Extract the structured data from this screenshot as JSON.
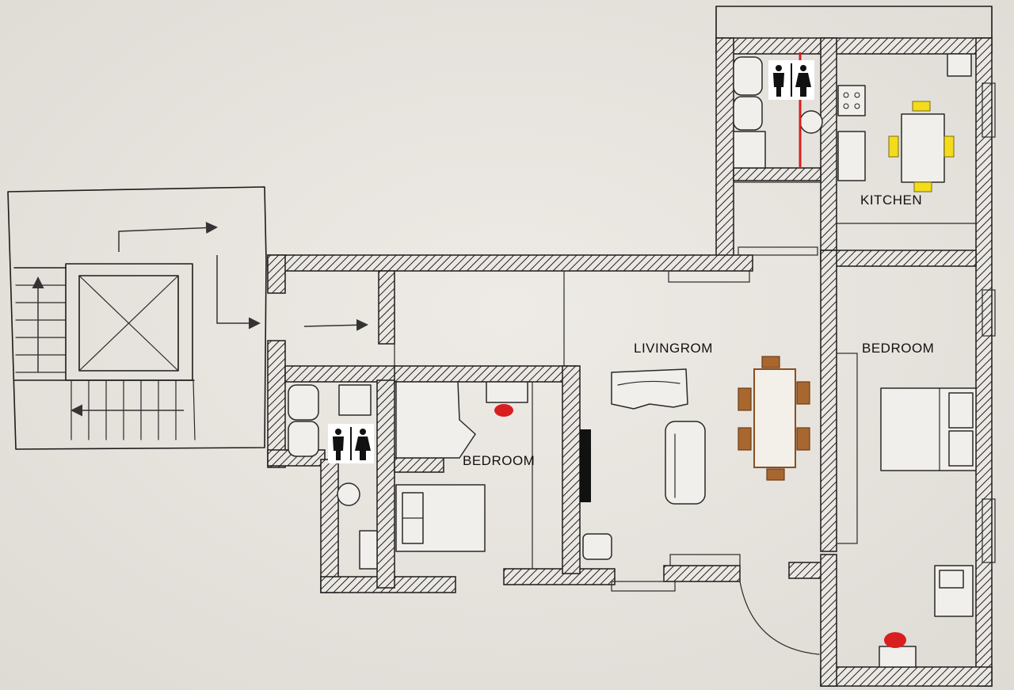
{
  "rooms": {
    "livingroom": "LIVINGROM",
    "bedroom_left": "BEDROOM",
    "bedroom_right": "BEDROOM",
    "kitchen": "KITCHEN"
  },
  "icons": {
    "restroom_sign": "restroom-icon",
    "stair_arrow": "arrow-icon"
  },
  "colors": {
    "paper": "#e9e6e1",
    "ink": "#1c1c1c",
    "dining_furniture": "#9a5a2a",
    "kitchen_chairs": "#f2dc1c",
    "red_marker": "#d81e1e",
    "fireplace": "#111111"
  }
}
